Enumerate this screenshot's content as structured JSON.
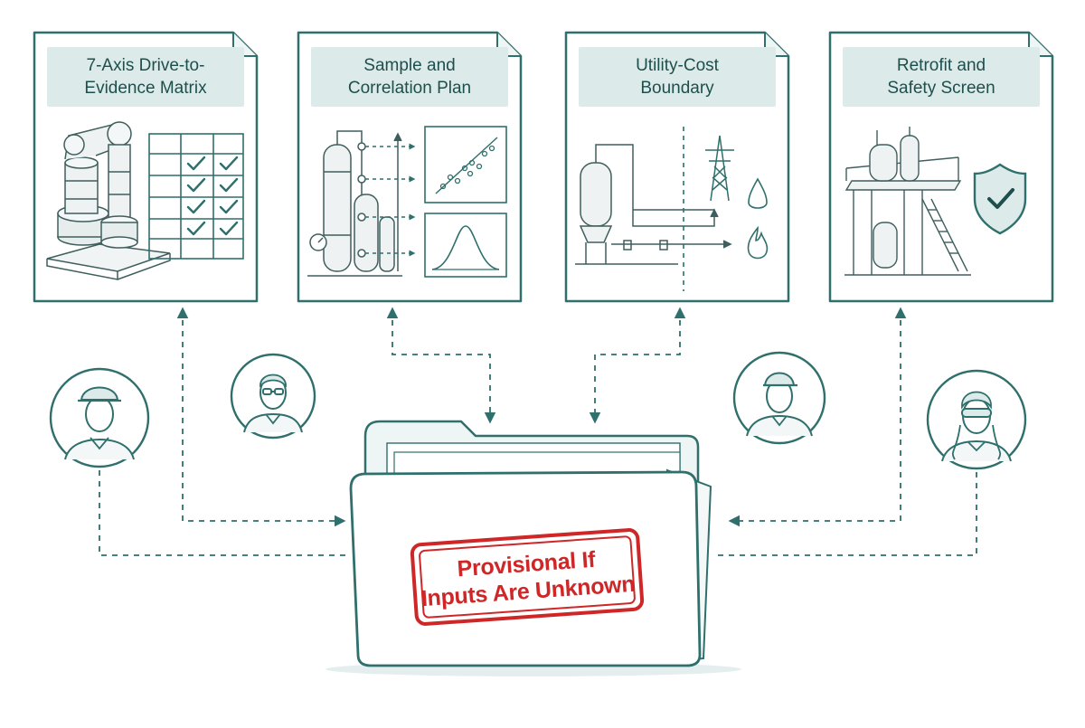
{
  "colors": {
    "teal": "#2f6f6c",
    "title_bg": "#dcebea",
    "stamp_red": "#cf2727"
  },
  "cards": [
    {
      "title": "7-Axis Drive-to-\nEvidence Matrix",
      "icon": "robot-arm-checklist-icon"
    },
    {
      "title": "Sample and\nCorrelation Plan",
      "icon": "distillation-scatter-plot-icon"
    },
    {
      "title": "Utility-Cost\nBoundary",
      "icon": "vessel-utilities-icon"
    },
    {
      "title": "Retrofit and\nSafety Screen",
      "icon": "plant-structure-shield-icon"
    }
  ],
  "people": [
    {
      "role": "worker-hardhat"
    },
    {
      "role": "engineer-glasses"
    },
    {
      "role": "technician-cap"
    },
    {
      "role": "scientist-goggles"
    }
  ],
  "folder": {
    "stamp": "Provisional If\nInputs Are Unknown"
  }
}
